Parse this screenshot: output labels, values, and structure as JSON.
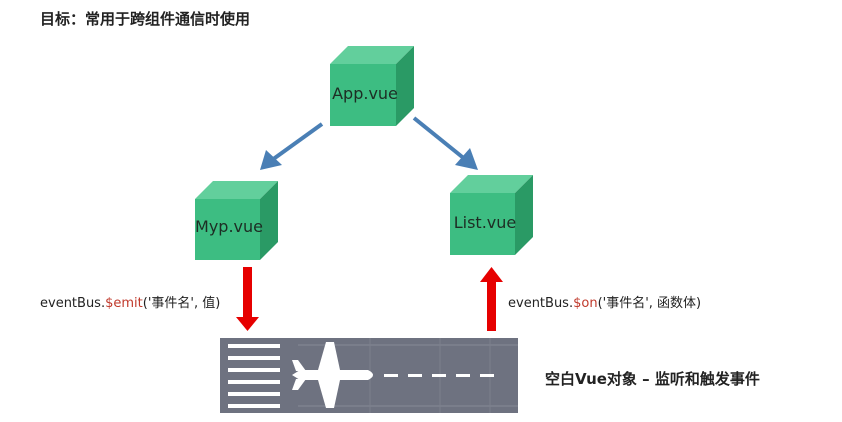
{
  "title": "目标：常用于跨组件通信时使用",
  "nodes": {
    "app": "App.vue",
    "myp": "Myp.vue",
    "list": "List.vue"
  },
  "emit_call": {
    "prefix": "eventBus.",
    "method": "$emit",
    "args": "('事件名', 值)"
  },
  "on_call": {
    "prefix": "eventBus.",
    "method": "$on",
    "args": "('事件名', 函数体)"
  },
  "caption": "空白Vue对象 – 监听和触发事件",
  "colors": {
    "cube_front": "#3dbd82",
    "cube_top": "#62cf9c",
    "cube_side": "#2a9a65",
    "arrow_blue": "#4a7fb5",
    "arrow_red": "#e60000",
    "runway": "#6e7280"
  }
}
